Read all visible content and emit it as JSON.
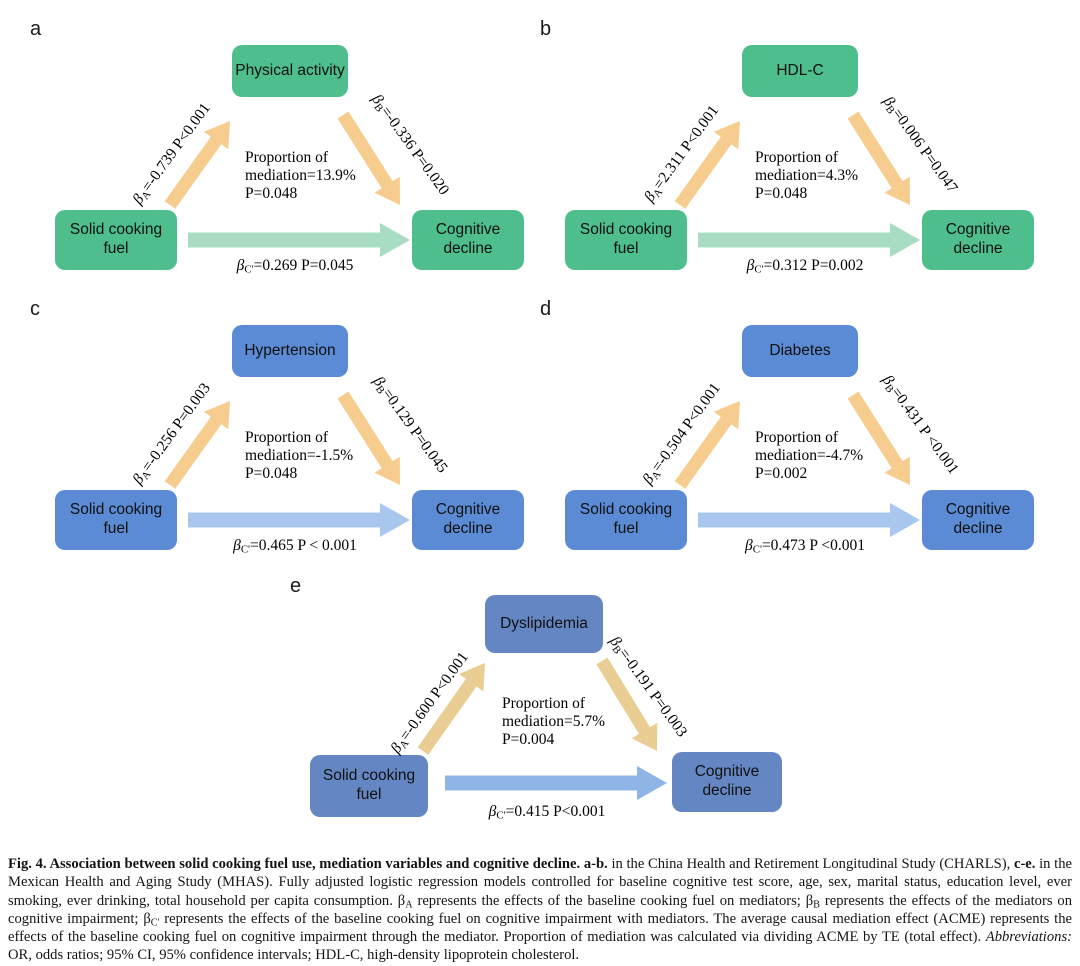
{
  "figure": {
    "panels": [
      {
        "letter": "a",
        "mediator": "Physical activity",
        "exposure": "Solid cooking fuel",
        "outcome": "Cognitive decline",
        "beta_a": {
          "sub": "A",
          "text": "=-0.739 P<0.001"
        },
        "beta_b": {
          "sub": "B",
          "text": "=-0.336 P=0.020"
        },
        "beta_c": {
          "sub": "C'",
          "text": "=0.269 P=0.045"
        },
        "mediation_lines": [
          "Proportion of",
          "mediation=13.9%",
          "P=0.048"
        ],
        "colors": {
          "node": "#4dbe8c",
          "direct": "#a8dcc3",
          "indirect": "#f6cd8e"
        }
      },
      {
        "letter": "b",
        "mediator": "HDL-C",
        "exposure": "Solid cooking fuel",
        "outcome": "Cognitive decline",
        "beta_a": {
          "sub": "A",
          "text": "=2.311 P<0.001"
        },
        "beta_b": {
          "sub": "B",
          "text": "=0.006 P=0.047"
        },
        "beta_c": {
          "sub": "C'",
          "text": "=0.312 P=0.002"
        },
        "mediation_lines": [
          "Proportion of",
          "mediation=4.3%",
          "P=0.048"
        ],
        "colors": {
          "node": "#4dbe8c",
          "direct": "#a8dcc3",
          "indirect": "#f6cd8e"
        }
      },
      {
        "letter": "c",
        "mediator": "Hypertension",
        "exposure": "Solid cooking fuel",
        "outcome": "Cognitive decline",
        "beta_a": {
          "sub": "A",
          "text": "=-0.256 P=0.003"
        },
        "beta_b": {
          "sub": "B",
          "text": "=0.129 P=0.045"
        },
        "beta_c": {
          "sub": "C'",
          "text": "=0.465 P < 0.001"
        },
        "mediation_lines": [
          "Proportion of",
          "mediation=-1.5%",
          "P=0.048"
        ],
        "colors": {
          "node": "#5a8bd4",
          "direct": "#a9c7ee",
          "indirect": "#f6cd8e"
        }
      },
      {
        "letter": "d",
        "mediator": "Diabetes",
        "exposure": "Solid cooking fuel",
        "outcome": "Cognitive decline",
        "beta_a": {
          "sub": "A",
          "text": "=-0.504 P<0.001"
        },
        "beta_b": {
          "sub": "B",
          "text": "=0.431 P <0.001"
        },
        "beta_c": {
          "sub": "C'",
          "text": "=0.473 P <0.001"
        },
        "mediation_lines": [
          "Proportion of",
          "mediation=-4.7%",
          "P=0.002"
        ],
        "colors": {
          "node": "#5a8bd4",
          "direct": "#a9c7ee",
          "indirect": "#f6cd8e"
        }
      },
      {
        "letter": "e",
        "mediator": "Dyslipidemia",
        "exposure": "Solid cooking fuel",
        "outcome": "Cognitive decline",
        "beta_a": {
          "sub": "A",
          "text": "=-0.600 P<0.001"
        },
        "beta_b": {
          "sub": "B",
          "text": "=-0.191 P=0.003"
        },
        "beta_c": {
          "sub": "C'",
          "text": "=0.415 P<0.001"
        },
        "mediation_lines": [
          "Proportion of",
          "mediation=5.7%",
          "P=0.004"
        ],
        "colors": {
          "node": "#6487c3",
          "direct": "#8fb5e6",
          "indirect": "#eacd92"
        }
      }
    ],
    "caption_segments": [
      {
        "s": "b",
        "t": "Fig. 4. Association between solid cooking fuel use, mediation variables and cognitive decline. a-b."
      },
      {
        "s": "n",
        "t": " in the China Health and Retirement Longitudinal Study (CHARLS), "
      },
      {
        "s": "b",
        "t": "c-e."
      },
      {
        "s": "n",
        "t": " in the Mexican Health and Aging Study (MHAS). Fully adjusted logistic regression models controlled for baseline cognitive test score, age, sex, marital status, education level, ever smoking, ever drinking, total household per capita consumption. β"
      },
      {
        "s": "sub",
        "t": "A"
      },
      {
        "s": "n",
        "t": " represents the effects of the baseline cooking fuel on mediators; β"
      },
      {
        "s": "sub",
        "t": "B"
      },
      {
        "s": "n",
        "t": " represents the effects of the mediators on cognitive impairment; β"
      },
      {
        "s": "sub",
        "t": "C'"
      },
      {
        "s": "n",
        "t": " represents the effects of the baseline cooking fuel on cognitive impairment with mediators. The average causal mediation effect (ACME) represents the effects of the baseline cooking fuel on cognitive impairment through the mediator. Proportion of mediation was calculated via dividing ACME by TE (total effect). "
      },
      {
        "s": "i",
        "t": "Abbreviations:"
      },
      {
        "s": "n",
        "t": " OR, odds ratios; 95% CI, 95% confidence intervals; HDL-C, high-density lipoprotein cholesterol."
      }
    ]
  }
}
